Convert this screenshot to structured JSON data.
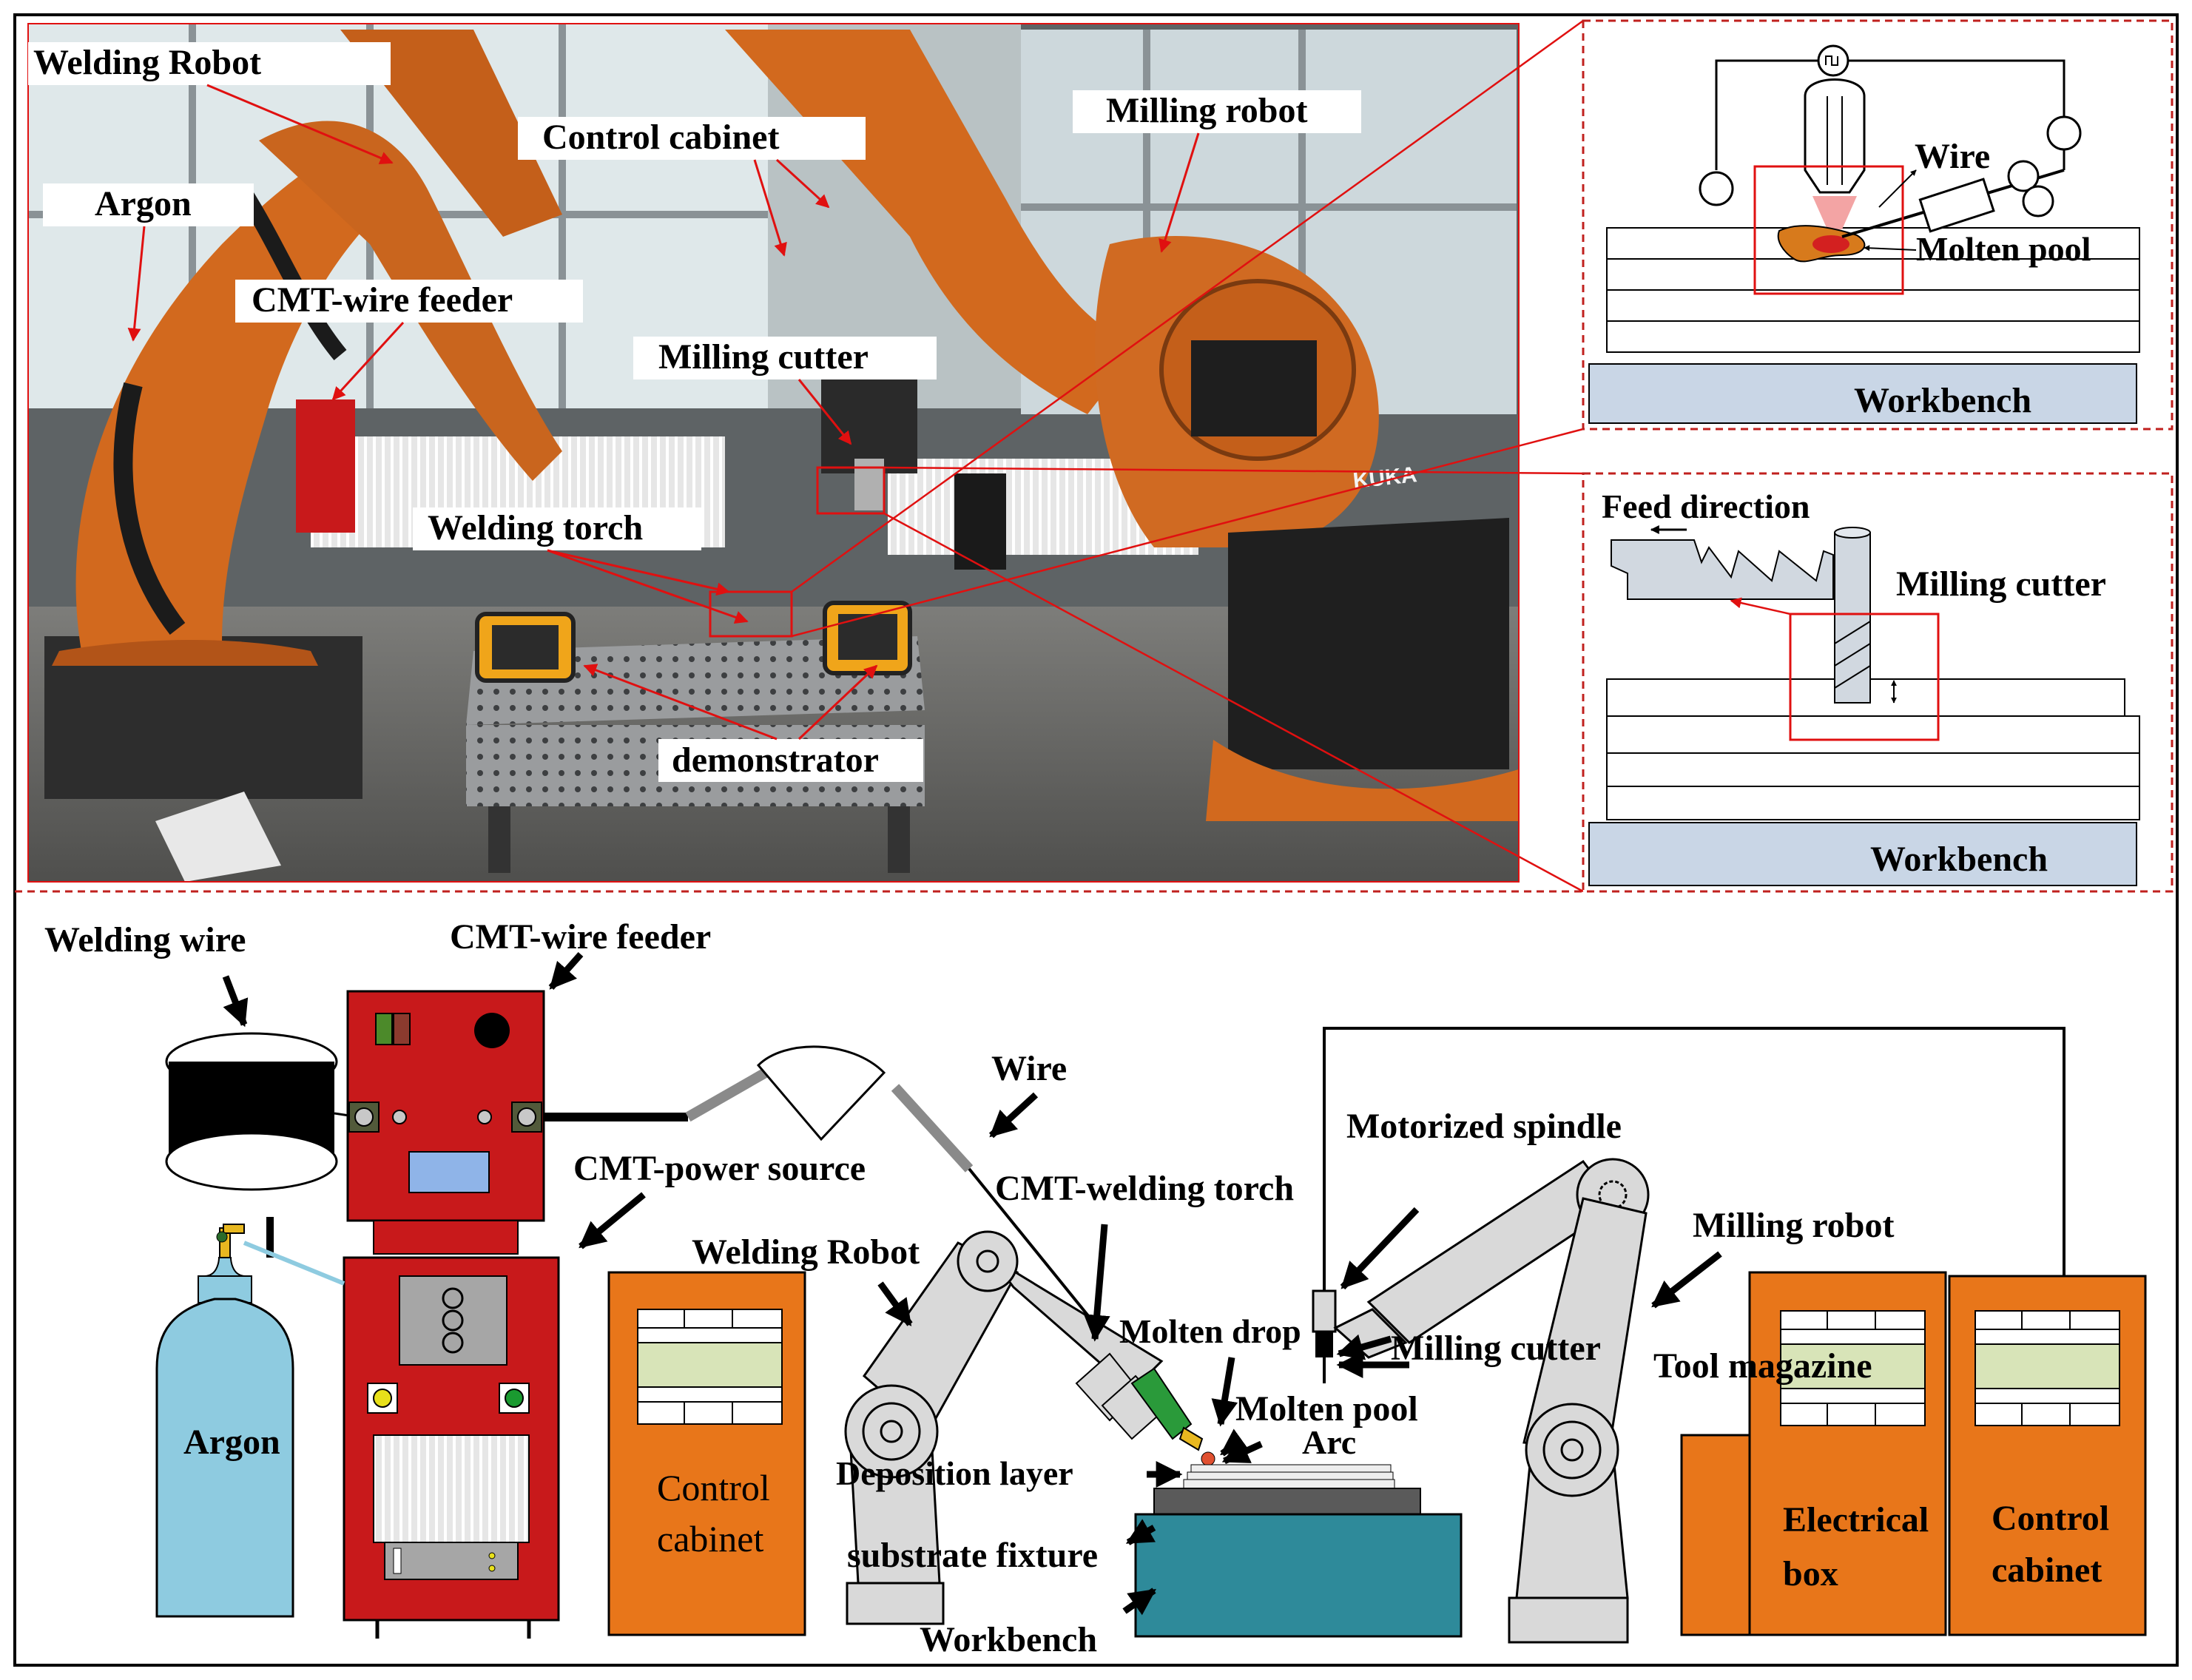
{
  "photo_labels": {
    "welding_robot": "Welding Robot",
    "control_cabinet": "Control cabinet",
    "milling_robot": "Milling robot",
    "argon": "Argon",
    "cmt_wire_feeder": "CMT-wire feeder",
    "milling_cutter": "Milling cutter",
    "welding_torch": "Welding torch",
    "demonstrator": "demonstrator",
    "kuka": "KUKA"
  },
  "inset_top": {
    "wire": "Wire",
    "molten_pool": "Molten pool",
    "workbench": "Workbench"
  },
  "inset_bottom": {
    "feed_direction": "Feed direction",
    "milling_cutter": "Milling cutter",
    "workbench": "Workbench"
  },
  "schematic": {
    "welding_wire": "Welding wire",
    "cmt_wire_feeder": "CMT-wire feeder",
    "wire": "Wire",
    "cmt_power_source": "CMT-power source",
    "cmt_welding_torch": "CMT-welding torch",
    "motorized_spindle": "Motorized spindle",
    "welding_robot": "Welding Robot",
    "milling_robot": "Milling robot",
    "molten_drop": "Molten drop",
    "milling_cutter": "Milling cutter",
    "tool_magazine": "Tool magazine",
    "molten_pool": "Molten pool",
    "arc": "Arc",
    "argon": "Argon",
    "deposition_layer": "Deposition layer",
    "control_cabinet_l1": "Control",
    "control_cabinet_l2": "cabinet",
    "substrate_fixture": "substrate fixture",
    "workbench": "Workbench",
    "electrical_box_l1": "Electrical",
    "electrical_box_l2": "box",
    "control_cabinet2_l1": "Control",
    "control_cabinet2_l2": "cabinet"
  },
  "colors": {
    "annotation_red": "#e01010",
    "robot_orange": "#d2691e",
    "cabinet_orange": "#e8761a",
    "feeder_red": "#c8191b",
    "argon_blue": "#8ecbe0",
    "workbench_teal": "#2e8a9a",
    "workbench_blue": "#c9d6e6"
  }
}
